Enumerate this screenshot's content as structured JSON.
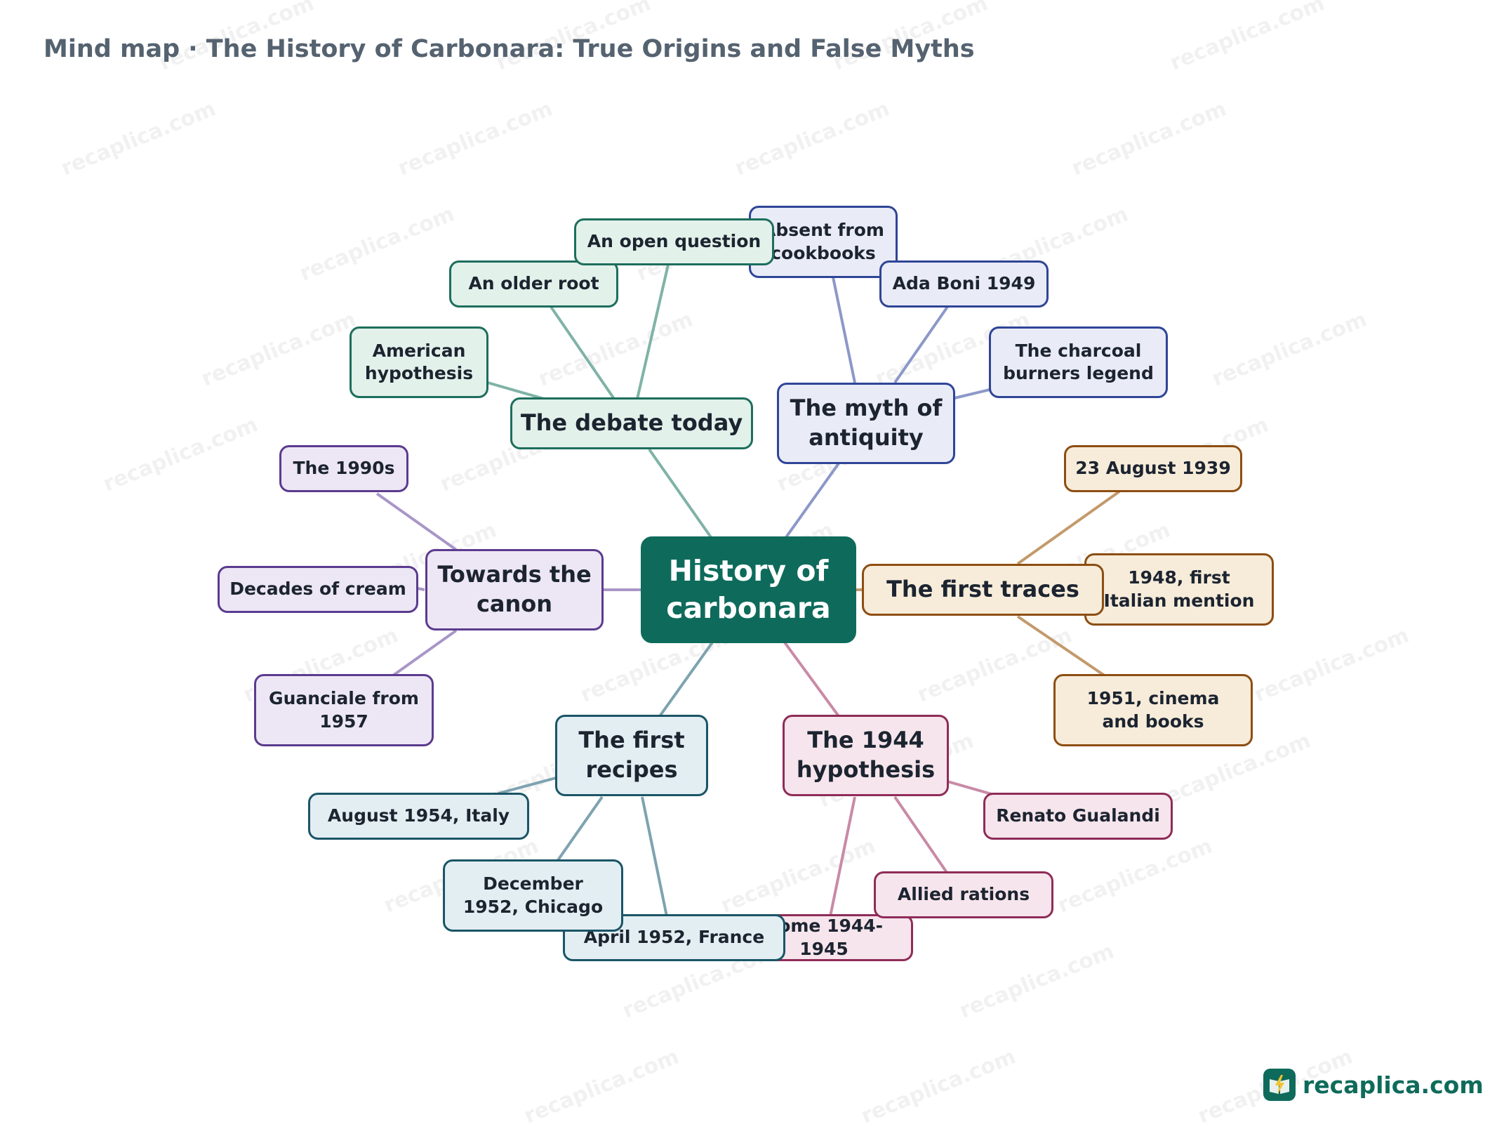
{
  "title": "Mind map · The History of Carbonara: True Origins and False Myths",
  "watermark": "recaplica.com",
  "brand": "recaplica.com",
  "root": "History of carbonara",
  "branches": {
    "debate": {
      "label": "The debate today",
      "leaves": [
        "An open question",
        "An older root",
        "American hypothesis"
      ]
    },
    "myth": {
      "label": "The myth of antiquity",
      "leaves": [
        "Absent from cookbooks",
        "Ada Boni 1949",
        "The charcoal burners legend"
      ]
    },
    "traces": {
      "label": "The first traces",
      "leaves": [
        "23 August 1939",
        "1948, first Italian mention",
        "1951, cinema and books"
      ]
    },
    "hypothesis": {
      "label": "The 1944 hypothesis",
      "leaves": [
        "Renato Gualandi",
        "Allied rations",
        "Rome 1944-1945"
      ]
    },
    "recipes": {
      "label": "The first recipes",
      "leaves": [
        "August 1954, Italy",
        "December 1952, Chicago",
        "April 1952, France"
      ]
    },
    "canon": {
      "label": "Towards the canon",
      "leaves": [
        "The 1990s",
        "Decades of cream",
        "Guanciale from 1957"
      ]
    }
  },
  "colors": {
    "root": "#0e6b5b",
    "debate": "#1d6e5c",
    "myth": "#2f4596",
    "traces": "#8d4e12",
    "hypothesis": "#8f2c58",
    "recipes": "#1a5566",
    "canon": "#5b3b8e"
  }
}
